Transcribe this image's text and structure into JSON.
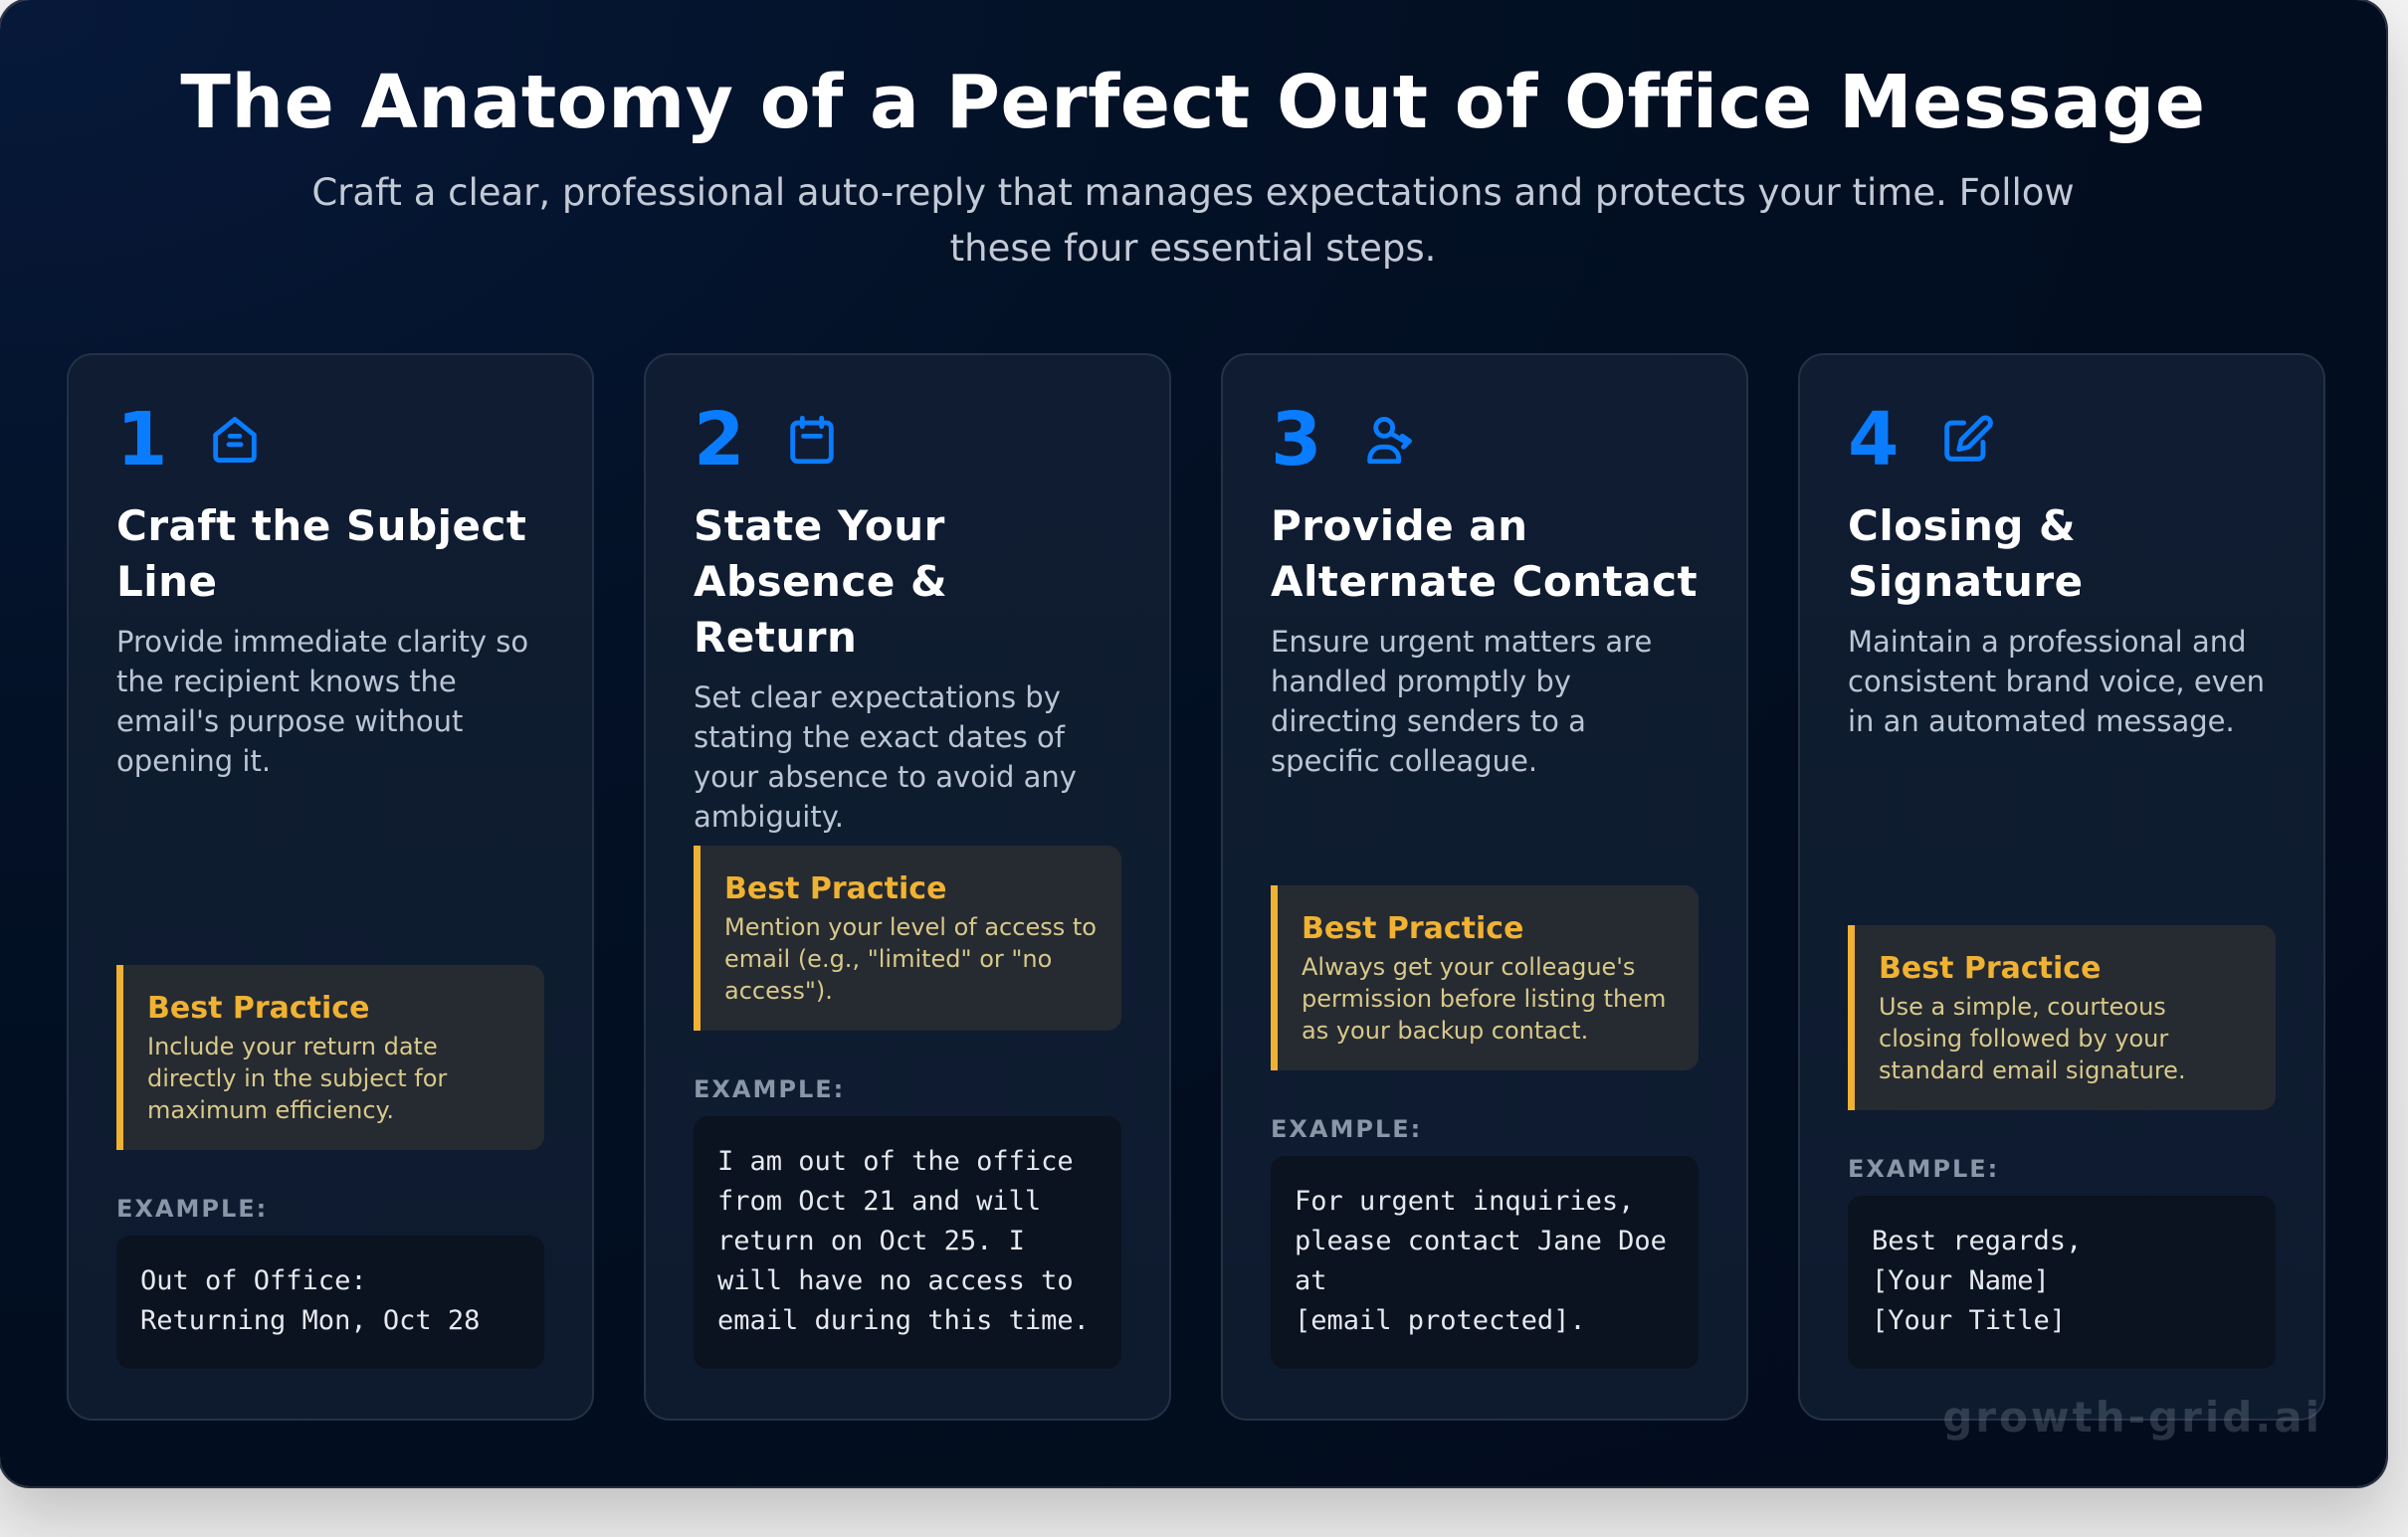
{
  "header": {
    "title": "The Anatomy of a Perfect Out of Office Message",
    "subtitle": "Craft a clear, professional auto-reply that manages expectations and protects your time. Follow these four essential steps."
  },
  "colors": {
    "accent_blue": "#0a7cff",
    "best_practice_gold": "#f0b232",
    "background": "#020d1f",
    "card": "#0f1c31"
  },
  "steps": [
    {
      "number": "1",
      "icon": "mail-inbox-icon",
      "title": "Craft the Subject Line",
      "description": "Provide immediate clarity so the recipient knows the email's purpose without opening it.",
      "best_practice_title": "Best Practice",
      "best_practice_text": "Include your return date directly in the subject for maximum efficiency.",
      "example_label": "EXAMPLE:",
      "example": "Out of Office:\nReturning Mon, Oct 28"
    },
    {
      "number": "2",
      "icon": "calendar-icon",
      "title": "State Your Absence & Return",
      "description": "Set clear expectations by stating the exact dates of your absence to avoid any ambiguity.",
      "best_practice_title": "Best Practice",
      "best_practice_text": "Mention your level of access to email (e.g., \"limited\" or \"no access\").",
      "example_label": "EXAMPLE:",
      "example": "I am out of the office from Oct 21 and will return on Oct 25. I will have no access to email during this time."
    },
    {
      "number": "3",
      "icon": "user-forward-icon",
      "title": "Provide an Alternate Contact",
      "description": "Ensure urgent matters are handled promptly by directing senders to a specific colleague.",
      "best_practice_title": "Best Practice",
      "best_practice_text": "Always get your colleague's permission before listing them as your backup contact.",
      "example_label": "EXAMPLE:",
      "example": "For urgent inquiries, please contact Jane Doe at\n[email protected]."
    },
    {
      "number": "4",
      "icon": "edit-pencil-icon",
      "title": "Closing & Signature",
      "description": "Maintain a professional and consistent brand voice, even in an automated message.",
      "best_practice_title": "Best Practice",
      "best_practice_text": "Use a simple, courteous closing followed by your standard email signature.",
      "example_label": "EXAMPLE:",
      "example": "Best regards,\n[Your Name]\n[Your Title]"
    }
  ],
  "watermark": "growth-grid.ai"
}
